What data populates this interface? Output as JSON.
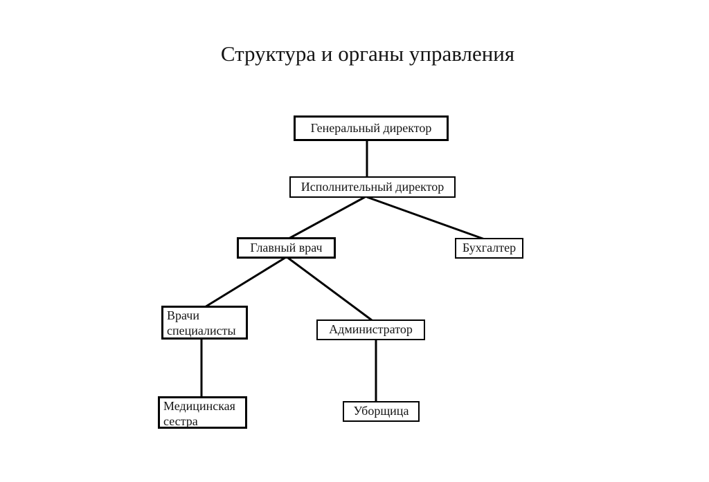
{
  "title": "Структура и органы управления",
  "colors": {
    "background": "#ffffff",
    "box_border": "#000000",
    "text": "#151515",
    "line": "#000000"
  },
  "nodes": {
    "ceo": {
      "label": "Генеральный директор"
    },
    "exec": {
      "label": "Исполнительный директор"
    },
    "chief_doctor": {
      "label": "Главный врач"
    },
    "accountant": {
      "label": "Бухгалтер"
    },
    "specialists": {
      "label": "Врачи\nспециалисты"
    },
    "administrator": {
      "label": "Администратор"
    },
    "nurse": {
      "label": "Медицинская\nсестра"
    },
    "cleaner": {
      "label": "Уборщица"
    }
  },
  "edges": [
    {
      "from": "ceo",
      "to": "exec"
    },
    {
      "from": "exec",
      "to": "chief_doctor"
    },
    {
      "from": "exec",
      "to": "accountant"
    },
    {
      "from": "chief_doctor",
      "to": "specialists"
    },
    {
      "from": "chief_doctor",
      "to": "administrator"
    },
    {
      "from": "specialists",
      "to": "nurse"
    },
    {
      "from": "administrator",
      "to": "cleaner"
    }
  ]
}
